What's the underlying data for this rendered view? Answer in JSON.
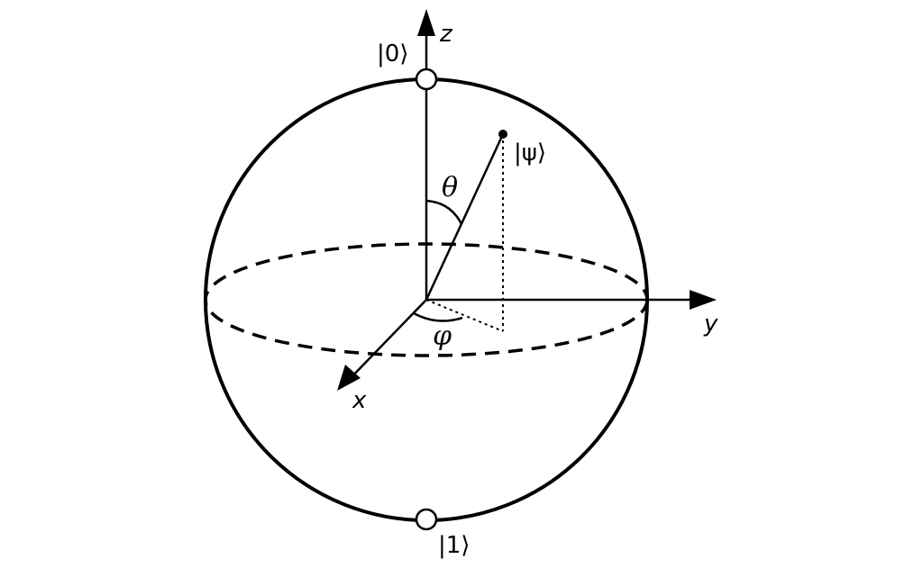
{
  "axes": {
    "z": "z",
    "y": "y",
    "x": "x"
  },
  "states": {
    "top": "|0⟩",
    "bottom": "|1⟩",
    "psi": "|ψ⟩"
  },
  "angles": {
    "theta": "θ",
    "phi": "φ"
  },
  "colors": {
    "ink": "#000000",
    "background": "#ffffff",
    "marker_fill": "#ffffff"
  }
}
